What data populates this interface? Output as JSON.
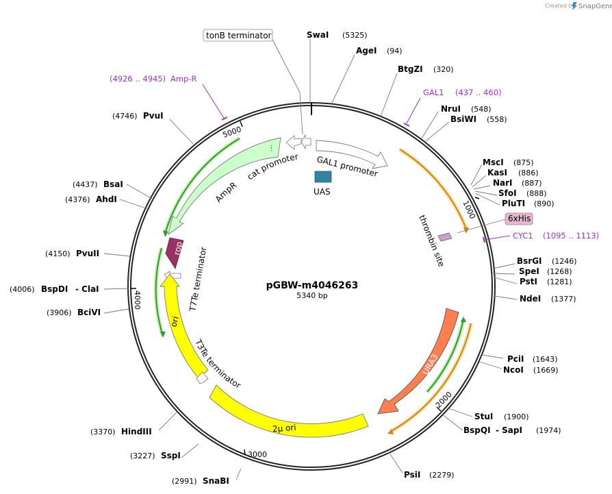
{
  "credit": {
    "text": "Created by",
    "brand": "SnapGene"
  },
  "plasmid": {
    "name": "pGBW-m4046263",
    "size": "5340 bp"
  },
  "ticks": [
    "1000",
    "2000",
    "3000",
    "4000",
    "5000"
  ],
  "sites": [
    {
      "name": "SwaI",
      "pos": "(5325)"
    },
    {
      "name": "AgeI",
      "pos": "(94)"
    },
    {
      "name": "BtgZI",
      "pos": "(320)"
    },
    {
      "name": "NruI",
      "pos": "(548)"
    },
    {
      "name": "BsiWI",
      "pos": "(558)"
    },
    {
      "name": "MscI",
      "pos": "(875)"
    },
    {
      "name": "KasI",
      "pos": "(886)"
    },
    {
      "name": "NarI",
      "pos": "(887)"
    },
    {
      "name": "SfoI",
      "pos": "(888)"
    },
    {
      "name": "PluTI",
      "pos": "(890)"
    },
    {
      "name": "BsrGI",
      "pos": "(1246)"
    },
    {
      "name": "SpeI",
      "pos": "(1268)"
    },
    {
      "name": "PstI",
      "pos": "(1281)"
    },
    {
      "name": "NdeI",
      "pos": "(1377)"
    },
    {
      "name": "PciI",
      "pos": "(1643)"
    },
    {
      "name": "NcoI",
      "pos": "(1669)"
    },
    {
      "name": "StuI",
      "pos": "(1900)"
    },
    {
      "name": "BspQI",
      "name2": "- SapI",
      "pos": "(1974)"
    },
    {
      "name": "PsiI",
      "pos": "(2279)"
    },
    {
      "name": "SnaBI",
      "pos": "(2991)"
    },
    {
      "name": "SspI",
      "pos": "(3227)"
    },
    {
      "name": "HindIII",
      "pos": "(3370)"
    },
    {
      "name": "BciVI",
      "pos": "(3906)"
    },
    {
      "name": "BspDI",
      "name2": "- ClaI",
      "pos": "(4006)"
    },
    {
      "name": "PvuII",
      "pos": "(4150)"
    },
    {
      "name": "AhdI",
      "pos": "(4376)"
    },
    {
      "name": "BsaI",
      "pos": "(4437)"
    },
    {
      "name": "PvuI",
      "pos": "(4746)"
    }
  ],
  "primers": [
    {
      "name": "Amp-R",
      "range": "(4926 .. 4945)"
    },
    {
      "name": "GAL1",
      "range": "(437 .. 460)"
    },
    {
      "name": "CYC1",
      "range": "(1095 .. 1113)"
    }
  ],
  "features": {
    "tonB": "tonB terminator",
    "gal1": "GAL1 promoter",
    "uas": "UAS",
    "cat": "cat promoter",
    "ampr": "AmpR",
    "rop": "rop",
    "t7te": "T7Te terminator",
    "ori": "ori",
    "t3te": "T3Te terminator",
    "twomu": "2μ ori",
    "ura3": "URA3",
    "thrombin": "thrombin site",
    "his": "6xHis"
  },
  "colors": {
    "ampr": "#ccffcc",
    "rop": "#993366",
    "ori": "#ffff00",
    "ura3": "#ff7f50",
    "uas": "#31849b",
    "primer": "#9933cc",
    "orf_green": "#339933",
    "orf_orange": "#cc8800",
    "his_fill": "#e5b8d0"
  }
}
